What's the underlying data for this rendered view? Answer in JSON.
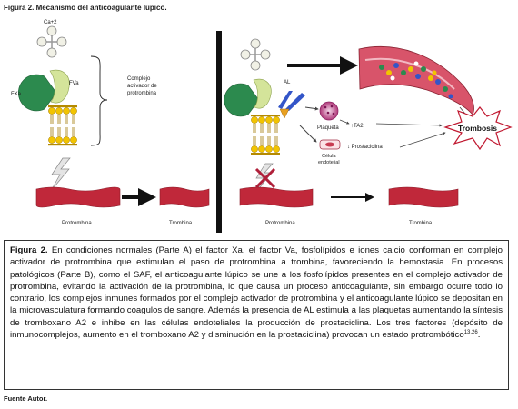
{
  "figure_title": "Figura 2. Mecanismo del anticoagulante lúpico.",
  "diagram": {
    "calcium_label": "Ca+2",
    "fxa_label": "FXa",
    "fva_label": "FVa",
    "complex_label_line1": "Complejo",
    "complex_label_line2": "activador de",
    "complex_label_line3": "protrombina",
    "al_label": "AL",
    "plaqueta_label": "Plaqueta",
    "ta2_label": "↑TA2",
    "celula_label_line1": "Célula",
    "celula_label_line2": "endotelial",
    "prostaciclina_label": "↓ Prostaciclina",
    "trombosis_label": "Trombosis",
    "protrombina_a": "Protrombina",
    "trombina_a": "Trombina",
    "protrombina_b": "Protrombina",
    "trombina_b": "Trombina",
    "colors": {
      "fxa": "#2c8a4e",
      "fva": "#d4e49a",
      "phospholipid_head": "#f2c400",
      "protein_red": "#c0283a",
      "divider": "#111111",
      "arrow": "#111111",
      "vessel": "#d8546a"
    }
  },
  "caption": {
    "bold_prefix": "Figura 2.",
    "text": " En condiciones normales (Parte A)  el factor Xa, el factor Va, fosfolípidos e iones calcio conforman en complejo activador de protrombina que estimulan el paso de protrombina a trombina, favoreciendo la hemostasia. En procesos patológicos (Parte B), como el SAF, el anticoagulante lúpico se une a los fosfolípidos presentes en el complejo activador de protrombina, evitando la activación de la  protrombina,  lo  que causa un proceso anticoagulante, sin embargo ocurre todo lo contrario, los complejos inmunes formados por el complejo activador de protrombina y el anticoagulante lúpico se depositan en la microvasculatura formando coagulos de sangre. Además la presencia de AL estimula a las plaquetas aumentando la síntesis de tromboxano A2 e inhibe en las células endoteliales la producción de prostaciclina. Los tres factores (depósito de inmunocomplejos, aumento en el tromboxano A2 y disminución en la prostaciclina) provocan un estado protrombótico",
    "superscript": "13,26",
    "end": "."
  },
  "source": "Fuente Autor."
}
